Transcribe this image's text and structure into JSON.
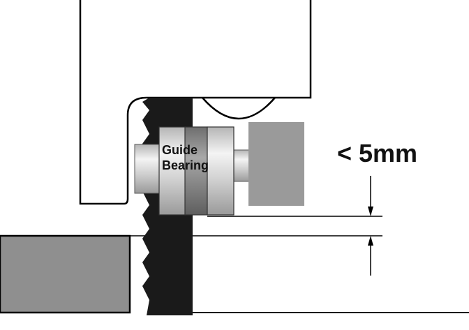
{
  "labels": {
    "bearing_line1": "Guide",
    "bearing_line2": "Bearing",
    "clearance": "< 5mm"
  },
  "colors": {
    "blade": "#1a1a1a",
    "block": "#9a9a9a",
    "table": "#8f8f8f",
    "line": "#000000"
  }
}
